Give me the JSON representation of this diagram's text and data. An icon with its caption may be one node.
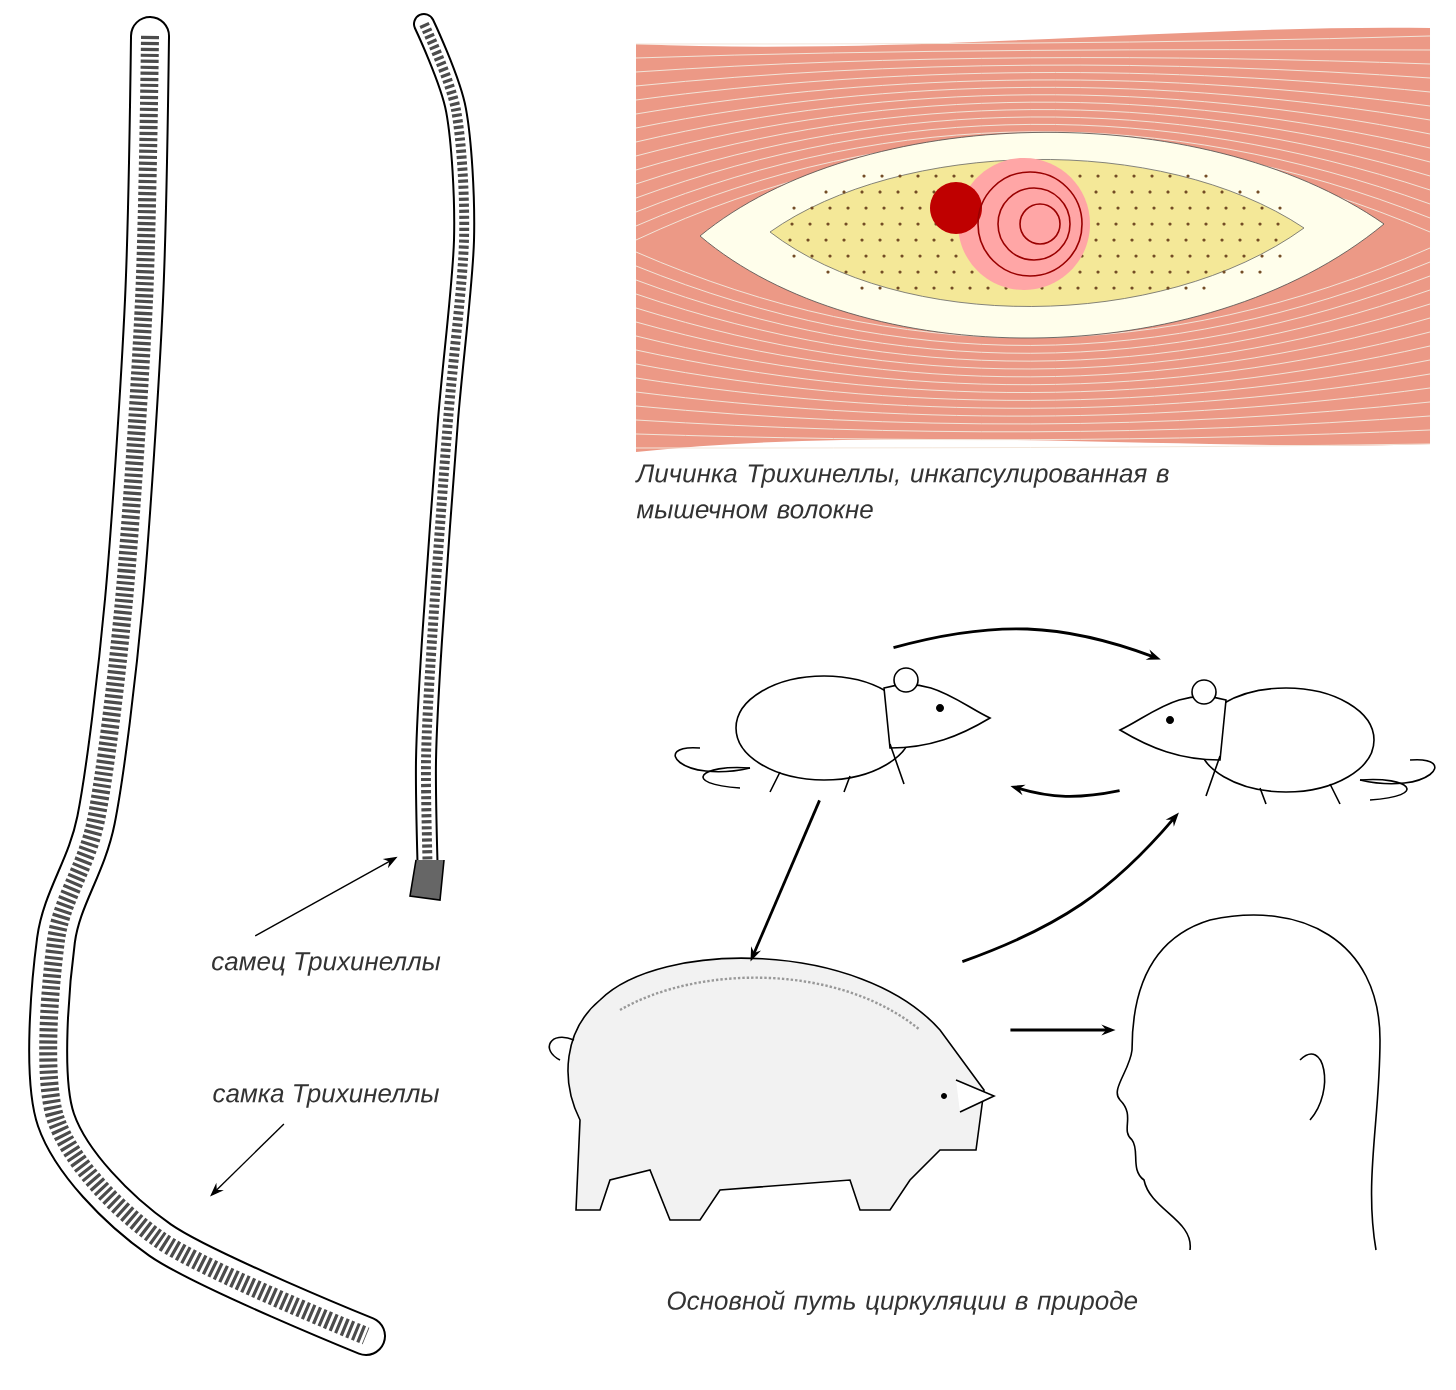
{
  "diagram": {
    "nodes": [
      {
        "text": [
          "самец Трихинеллы"
        ]
      },
      {
        "text": [
          "самка Трихинеллы"
        ]
      },
      {
        "text": [],
        "shape": "picture"
      },
      {
        "text": [],
        "shape": "picture"
      },
      {
        "text": [],
        "shape": "picture"
      },
      {
        "text": [],
        "shape": "picture"
      },
      {
        "text": [],
        "shape": "picture"
      },
      {
        "text": [],
        "shape": "picture"
      }
    ],
    "edges": [
      {
        "from": 0,
        "to": 2,
        "arrow": "to"
      },
      {
        "from": 1,
        "to": 3,
        "arrow": "to"
      },
      {
        "from": 4,
        "to": 5,
        "arrow": "to"
      },
      {
        "from": 5,
        "to": 4,
        "arrow": "to"
      },
      {
        "from": 4,
        "to": 6,
        "arrow": "to"
      },
      {
        "from": 6,
        "to": 5,
        "arrow": "to"
      },
      {
        "from": 6,
        "to": 7,
        "arrow": "to"
      }
    ],
    "labels": [
      "Личинка Трихинеллы, инкапсулированная в мышечном волокне",
      "Основной путь циркуляции в природе"
    ]
  }
}
